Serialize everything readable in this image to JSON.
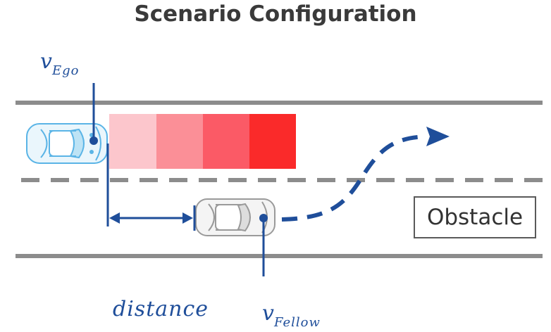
{
  "title": "Scenario Configuration",
  "labels": {
    "v_ego_main": "v",
    "v_ego_sub": "Ego",
    "v_fellow_main": "v",
    "v_fellow_sub": "Fellow",
    "distance": "distance",
    "obstacle": "Obstacle"
  },
  "colors": {
    "accent": "#1f4e9a",
    "lane_line": "#8c8c8c",
    "ego_car": "#5ab4e6",
    "fellow_car": "#9a9a9a",
    "risk_zone": [
      "#fcc6cc",
      "#fb8f97",
      "#fb5a66",
      "#fa2a2a"
    ]
  }
}
